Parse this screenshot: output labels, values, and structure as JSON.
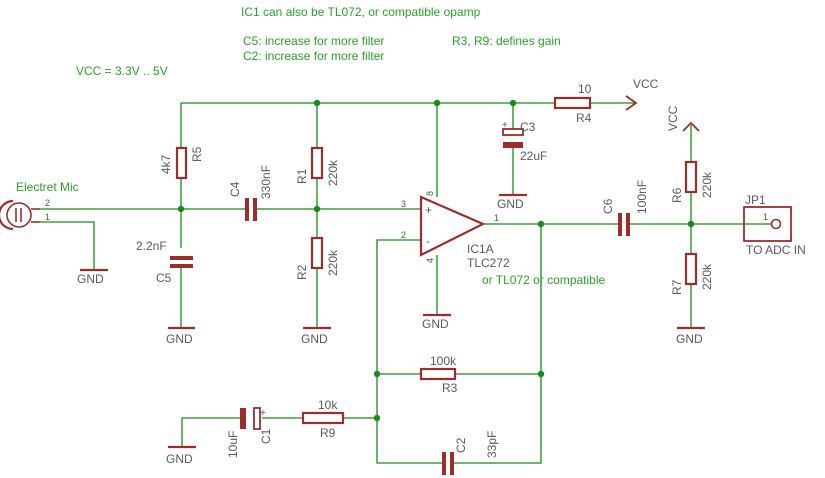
{
  "notes": {
    "ic1_alt": "IC1 can also be TL072, or compatible opamp",
    "c5_note": "C5: increase for more filter",
    "c2_note": "C2: increase for more filter",
    "gain_note": "R3, R9: defines gain",
    "vcc_range": "VCC = 3.3V .. 5V"
  },
  "mic": {
    "label": "Electret Mic",
    "pin2": "2",
    "pin1": "1"
  },
  "gnd": "GND",
  "vcc": "VCC",
  "r5": {
    "name": "R5",
    "value": "4k7"
  },
  "c5": {
    "name": "C5",
    "value": "2.2nF"
  },
  "c4": {
    "name": "C4",
    "value": "330nF"
  },
  "r1": {
    "name": "R1",
    "value": "220k"
  },
  "r2": {
    "name": "R2",
    "value": "220k"
  },
  "r4": {
    "name": "R4",
    "value": "10"
  },
  "c3": {
    "name": "C3",
    "value": "22uF",
    "plus": "+"
  },
  "ic1": {
    "name": "IC1A",
    "part": "TLC272",
    "alt": "or TL072 or compatible",
    "pin3": "3",
    "pin2": "2",
    "pin8": "8",
    "pin4": "4",
    "pin1": "1",
    "plus": "+",
    "minus": "-"
  },
  "c6": {
    "name": "C6",
    "value": "100nF"
  },
  "r6": {
    "name": "R6",
    "value": "220k"
  },
  "r7": {
    "name": "R7",
    "value": "220k"
  },
  "jp1": {
    "name": "JP1",
    "pin": "1",
    "label": "TO ADC IN"
  },
  "r3": {
    "name": "R3",
    "value": "100k"
  },
  "r9": {
    "name": "R9",
    "value": "10k"
  },
  "c1": {
    "name": "C1",
    "value": "10uF",
    "plus": "+"
  },
  "c2": {
    "name": "C2",
    "value": "33pF"
  }
}
